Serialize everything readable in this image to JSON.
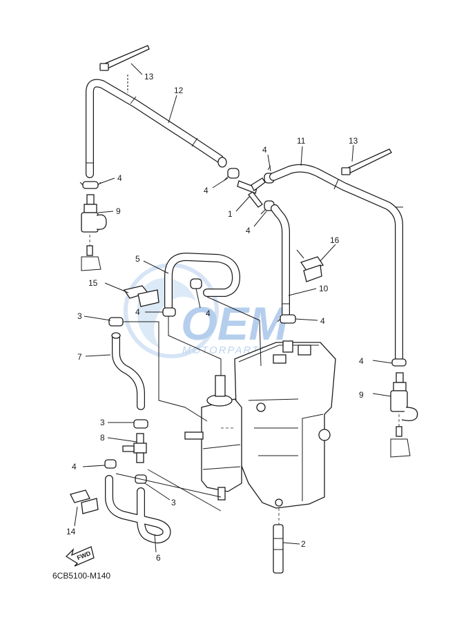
{
  "diagram": {
    "code": "6CB5100-M140",
    "fwd_label": "FWD",
    "watermark": {
      "brand": "OEM",
      "sub": "MOTORPARTS",
      "color": "#a9c6ea"
    },
    "callouts": [
      "1",
      "2",
      "3",
      "3",
      "3",
      "4",
      "4",
      "4",
      "4",
      "4",
      "4",
      "4",
      "4",
      "4",
      "5",
      "6",
      "7",
      "8",
      "9",
      "9",
      "10",
      "11",
      "12",
      "13",
      "13",
      "14",
      "15",
      "16"
    ]
  }
}
